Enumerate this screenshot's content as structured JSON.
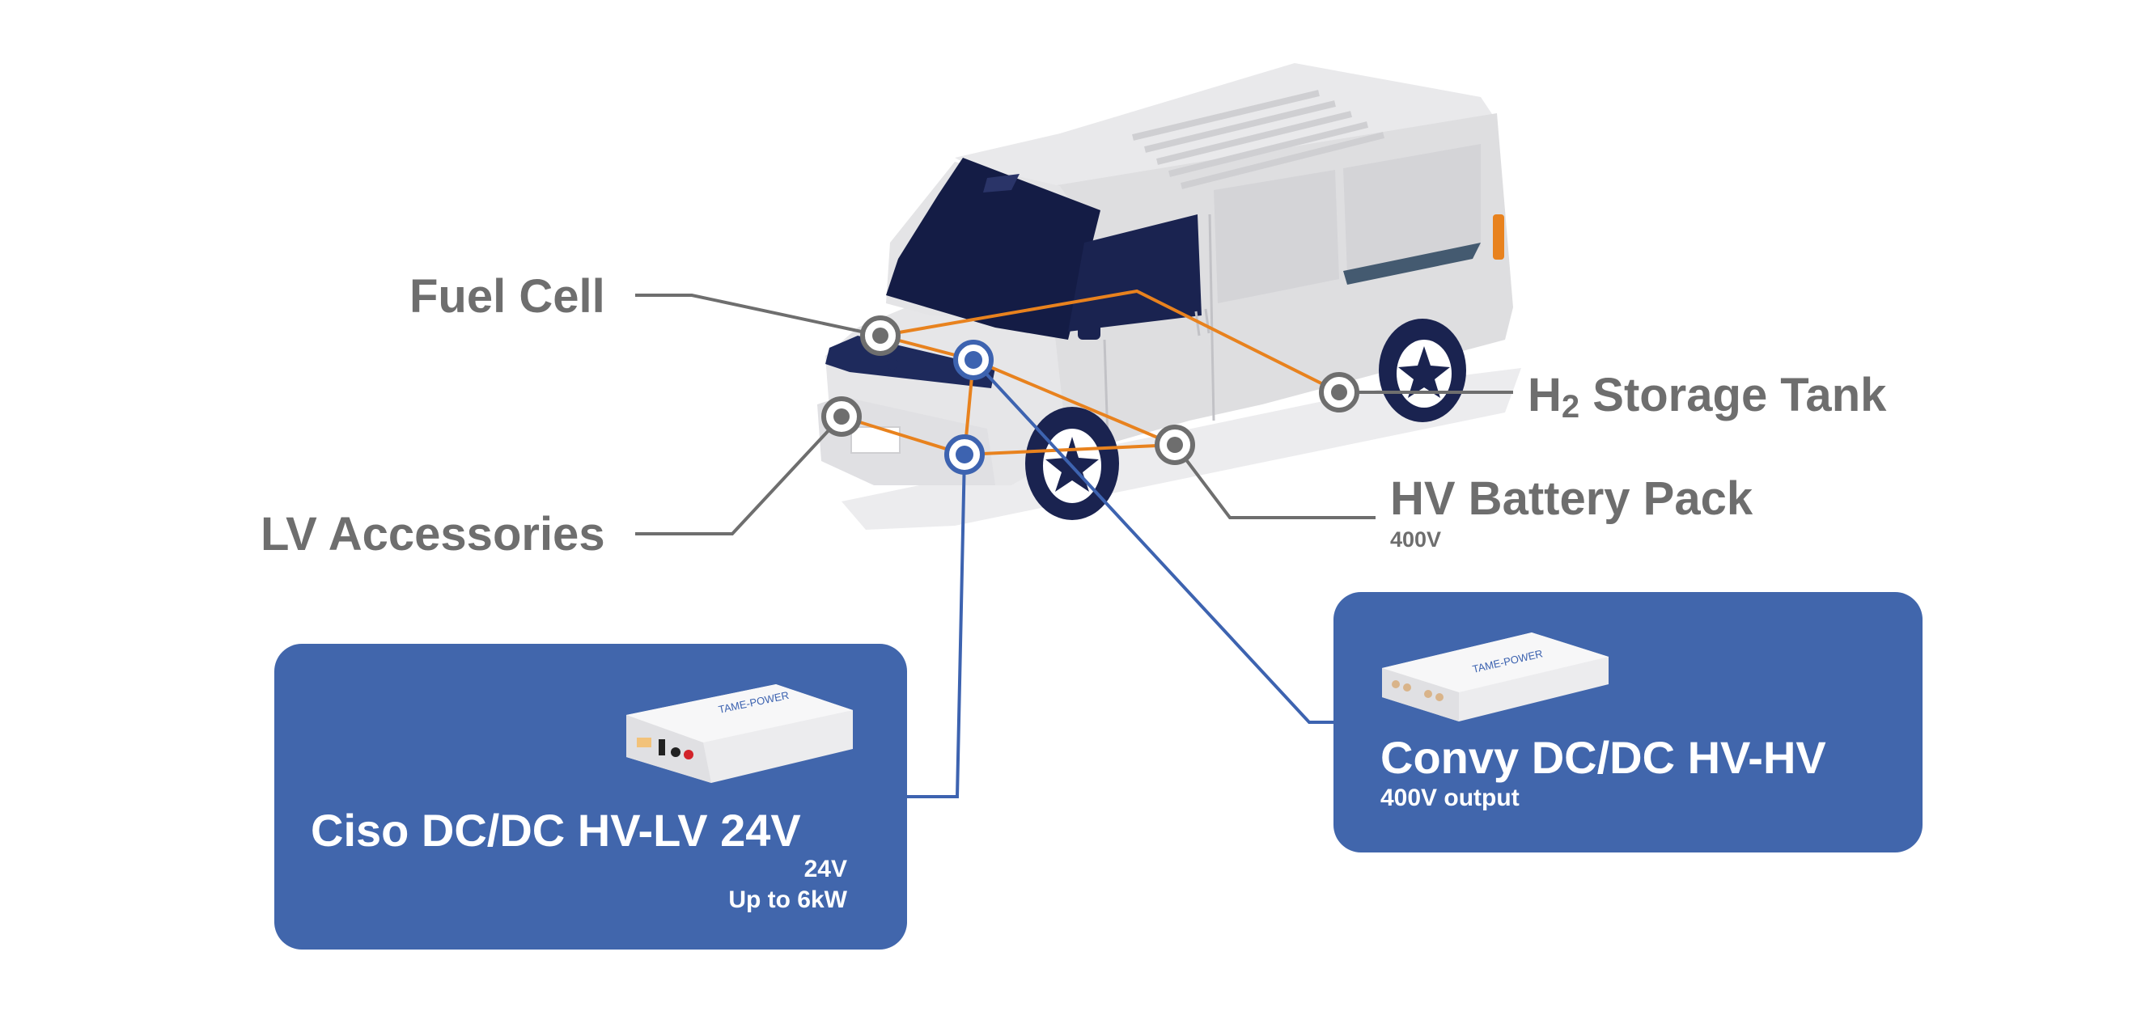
{
  "colors": {
    "label_gray": "#6e6e6e",
    "card_blue": "#4166ac",
    "wire_orange": "#e8821e",
    "node_gray": "#6e6e6e",
    "node_blue": "#3d63b0",
    "van_body": "#e3e3e5",
    "van_dark": "#1a2350"
  },
  "labels": {
    "fuel_cell": "Fuel Cell",
    "lv_accessories": "LV Accessories",
    "h2_prefix": "H",
    "h2_subscript": "2",
    "h2_storage": " Storage Tank",
    "hv_battery": "HV Battery Pack",
    "hv_battery_voltage": "400V"
  },
  "cards": {
    "ciso": {
      "title": "Ciso DC/DC HV-LV 24V",
      "line1": "24V",
      "line2": "Up to 6kW",
      "device_brand": "TAME-POWER"
    },
    "convy": {
      "title": "Convy DC/DC HV-HV",
      "line1": "400V output",
      "device_brand": "TAME-POWER"
    }
  },
  "icons": {
    "van": "delivery-van-illustration",
    "node_gray": "gray-ring-node",
    "node_blue": "blue-ring-node",
    "device": "dc-dc-converter-box"
  }
}
